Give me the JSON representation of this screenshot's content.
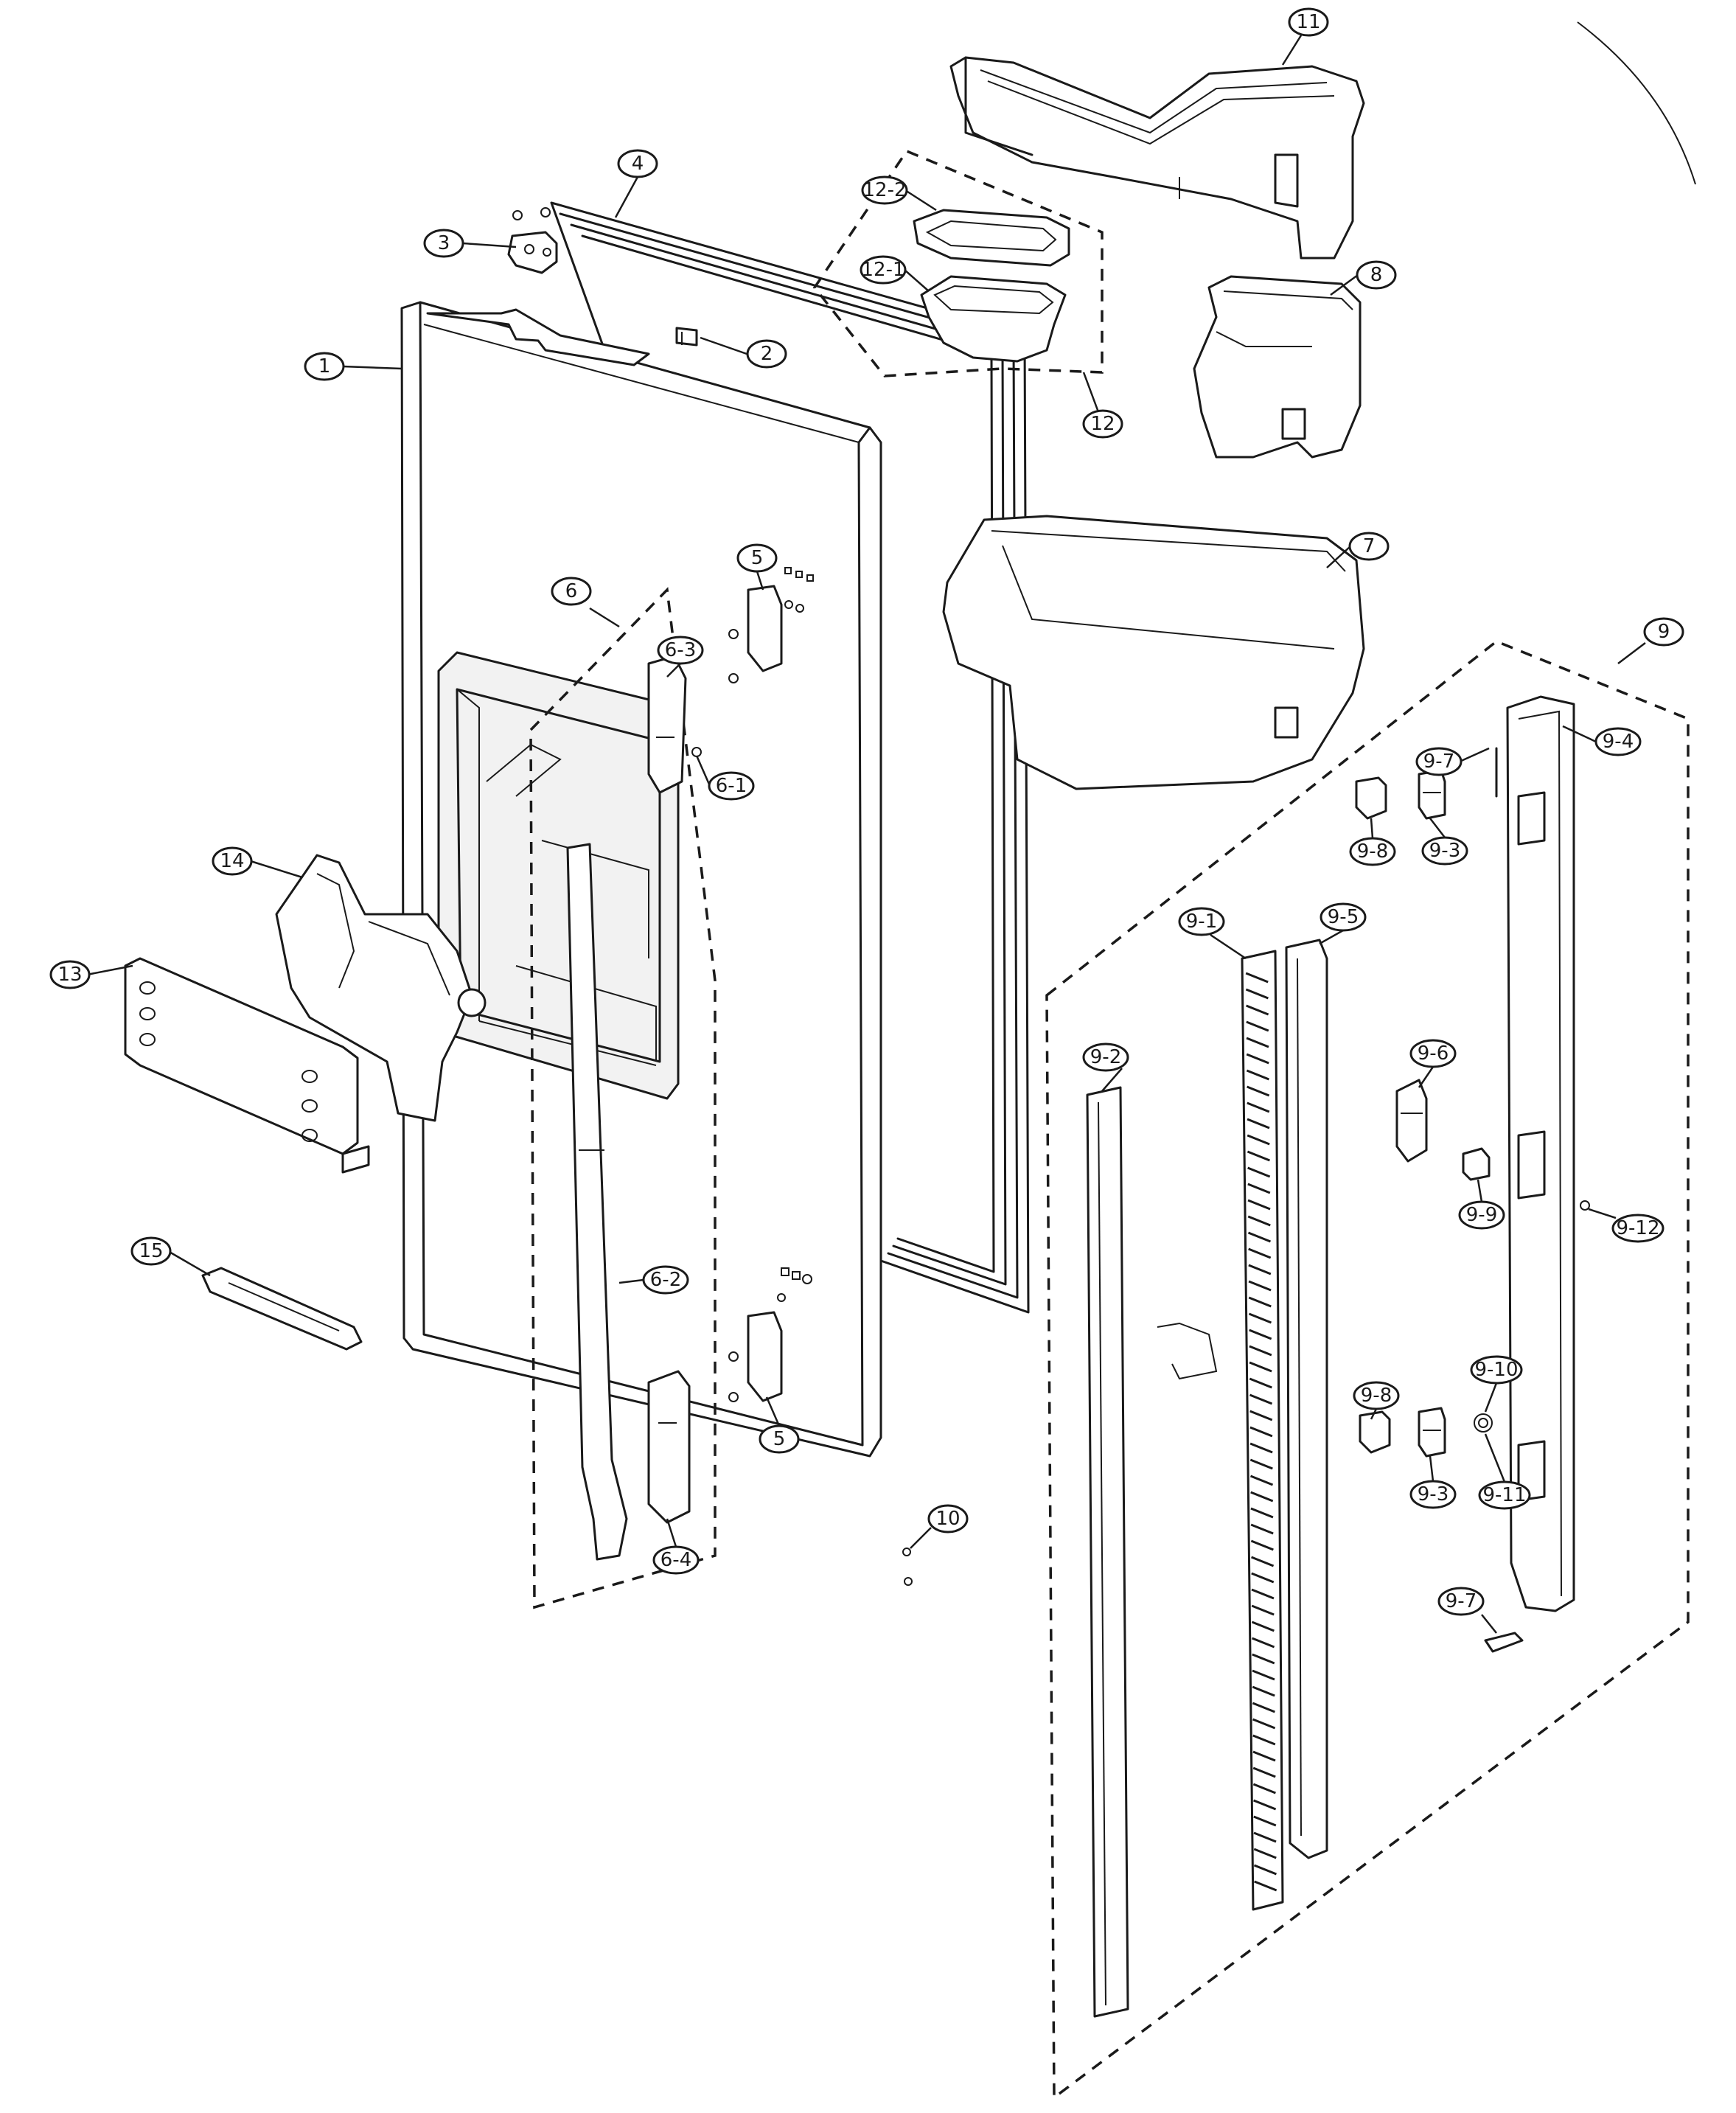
{
  "callouts": {
    "c1": "1",
    "c2": "2",
    "c3": "3",
    "c4": "4",
    "c5a": "5",
    "c5b": "5",
    "c6": "6",
    "c6_1": "6-1",
    "c6_2": "6-2",
    "c6_3": "6-3",
    "c6_4": "6-4",
    "c7": "7",
    "c8": "8",
    "c9": "9",
    "c9_1": "9-1",
    "c9_2": "9-2",
    "c9_3a": "9-3",
    "c9_3b": "9-3",
    "c9_4": "9-4",
    "c9_5": "9-5",
    "c9_6": "9-6",
    "c9_7a": "9-7",
    "c9_7b": "9-7",
    "c9_8a": "9-8",
    "c9_8b": "9-8",
    "c9_9": "9-9",
    "c9_10": "9-10",
    "c9_11": "9-11",
    "c9_12": "9-12",
    "c10": "10",
    "c11": "11",
    "c12": "12",
    "c12_1": "12-1",
    "c12_2": "12-2",
    "c13": "13",
    "c14": "14",
    "c15": "15"
  },
  "colors": {
    "line": "#1a1a1a",
    "background": "#ffffff"
  }
}
